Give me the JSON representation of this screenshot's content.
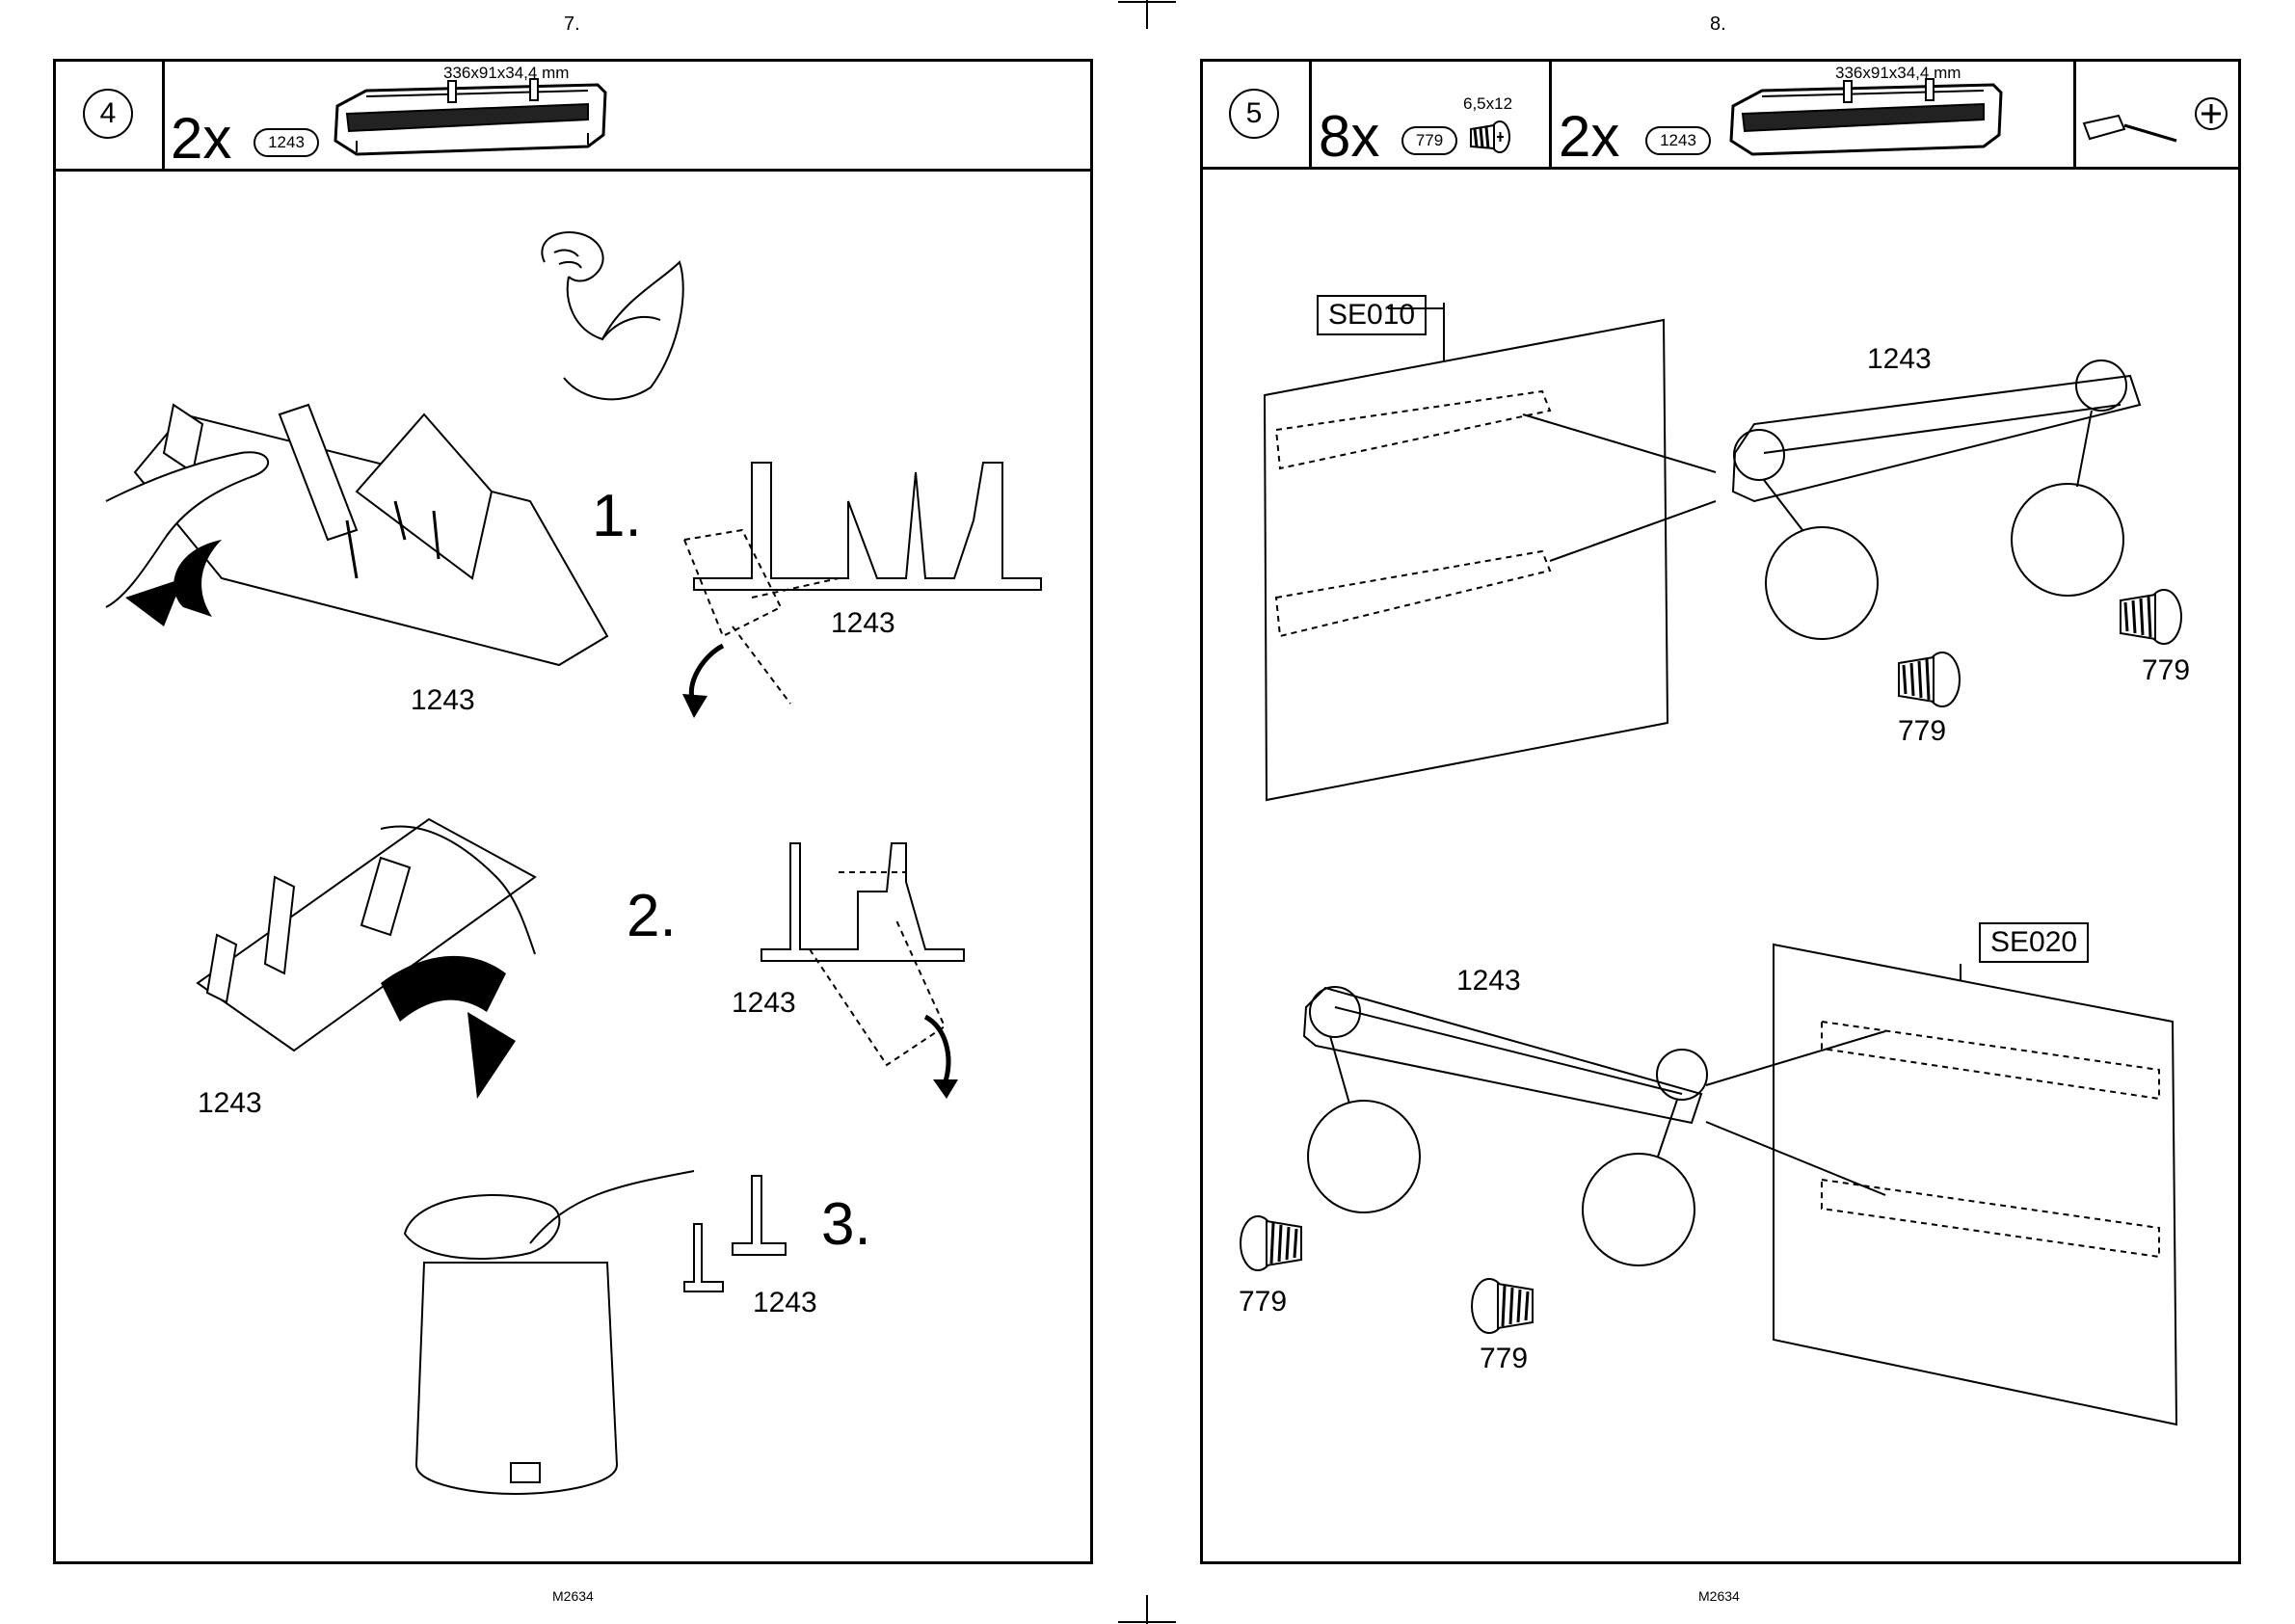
{
  "pages": [
    {
      "page_number": "7.",
      "footer_code": "M2634",
      "step": {
        "number": "4",
        "parts": [
          {
            "qty": "2x",
            "part": "1243",
            "dims": "336x91x34,4 mm"
          }
        ]
      },
      "substeps": [
        "1.",
        "2.",
        "3."
      ],
      "part_labels": [
        "1243",
        "1243",
        "1243",
        "1243",
        "1243"
      ]
    },
    {
      "page_number": "8.",
      "footer_code": "M2634",
      "step": {
        "number": "5",
        "parts": [
          {
            "qty": "8x",
            "part": "779",
            "dims": "6,5x12"
          },
          {
            "qty": "2x",
            "part": "1243",
            "dims": "336x91x34,4 mm"
          }
        ],
        "tool": "phillips-screwdriver"
      },
      "panels": [
        "SE010",
        "SE020"
      ],
      "part_labels": [
        "1243",
        "779",
        "779",
        "1243",
        "779",
        "779"
      ]
    }
  ]
}
